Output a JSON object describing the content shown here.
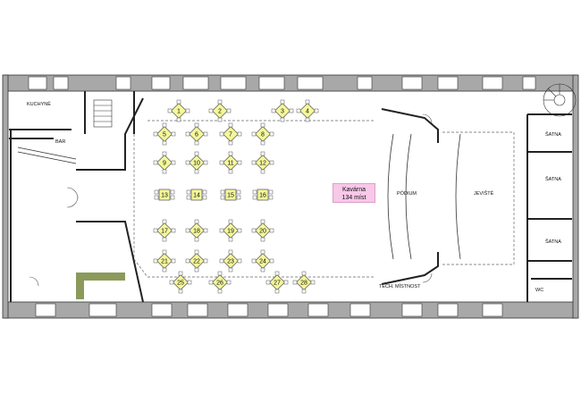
{
  "rooms": {
    "kitchen": "KUCHYNĚ",
    "bar": "BAR",
    "podium": "PÓDIUM",
    "stage": "JEVIŠTĚ",
    "tech": "TECH. MÍSTNOST",
    "wardrobe": "ŠATNA",
    "wc": "WC"
  },
  "cafe": {
    "name": "Kavárna",
    "capacity": "134 míst"
  },
  "tables": [
    "1",
    "2",
    "3",
    "4",
    "5",
    "6",
    "7",
    "8",
    "9",
    "10",
    "11",
    "12",
    "13",
    "14",
    "15",
    "16",
    "17",
    "18",
    "19",
    "20",
    "21",
    "22",
    "23",
    "24",
    "25",
    "26",
    "27",
    "28"
  ],
  "colors": {
    "table_fill": "#f4f79a",
    "wall": "#a8a8a8",
    "cafe_badge": "#f8c8e8",
    "bar_counter": "#8b9a5a"
  }
}
